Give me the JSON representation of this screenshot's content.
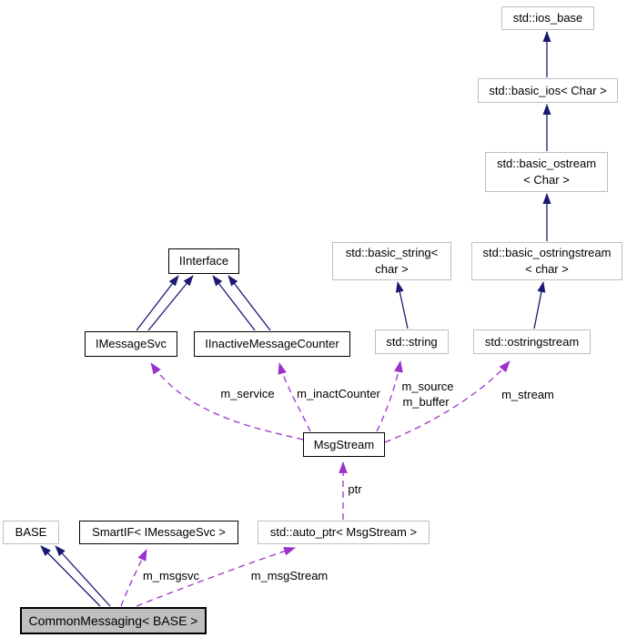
{
  "diagram": {
    "type": "class-collaboration-graph",
    "colors": {
      "inheritance_arrow": "#191970",
      "usage_arrow": "#9a32cd",
      "node_border": "#bfbfbf",
      "emphasized_border": "#000000",
      "current_node_fill": "#bfbfbf",
      "background": "#ffffff"
    },
    "nodes": {
      "ios_base": {
        "label": "std::ios_base"
      },
      "basic_ios": {
        "label": "std::basic_ios< Char >"
      },
      "basic_ostream": {
        "line1": "std::basic_ostream",
        "line2": "< Char >"
      },
      "basic_string": {
        "line1": "std::basic_string<",
        "line2": "char >"
      },
      "basic_ostringstream": {
        "line1": "std::basic_ostringstream",
        "line2": "< char >"
      },
      "iinterface": {
        "label": "IInterface"
      },
      "imessagesvc": {
        "label": "IMessageSvc"
      },
      "iinactivemessagecounter": {
        "label": "IInactiveMessageCounter"
      },
      "string": {
        "label": "std::string"
      },
      "ostringstream": {
        "label": "std::ostringstream"
      },
      "msgstream": {
        "label": "MsgStream"
      },
      "base": {
        "label": "BASE"
      },
      "smartif": {
        "label": "SmartIF< IMessageSvc >"
      },
      "auto_ptr": {
        "label": "std::auto_ptr< MsgStream >"
      },
      "commonmessaging": {
        "label": "CommonMessaging< BASE >"
      }
    },
    "edge_labels": {
      "m_service": "m_service",
      "m_inactCounter": "m_inactCounter",
      "m_source": "m_source",
      "m_buffer": "m_buffer",
      "m_stream": "m_stream",
      "ptr": "ptr",
      "m_msgsvc": "m_msgsvc",
      "m_msgStream": "m_msgStream"
    }
  }
}
